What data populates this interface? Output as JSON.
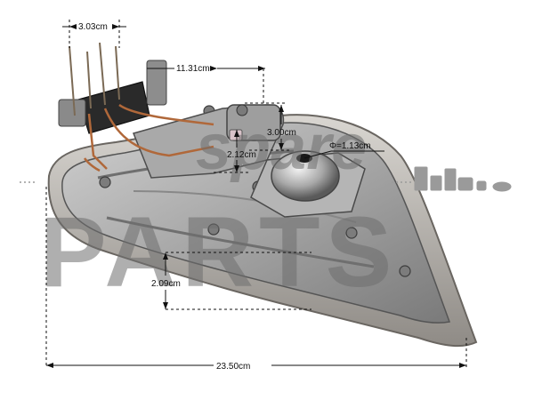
{
  "watermark": {
    "script_text": "spare",
    "block_text": "PARTS"
  },
  "measurements": {
    "prong_spacing": "3.03cm",
    "thermostat_width": "11.31cm",
    "thermostat_height": "3.00cm",
    "dome_diameter": "Φ=1.13cm",
    "stud_height": "2.12cm",
    "plate_thickness": "2.09cm",
    "overall_length": "23.50cm"
  },
  "colors": {
    "metal_light": "#c9c9c9",
    "metal_mid": "#9c9c9c",
    "metal_dark": "#5e5e5e",
    "soleplate": "#b8b4ae",
    "copper": "#b0683a",
    "watermark": "#6e6e6e"
  }
}
